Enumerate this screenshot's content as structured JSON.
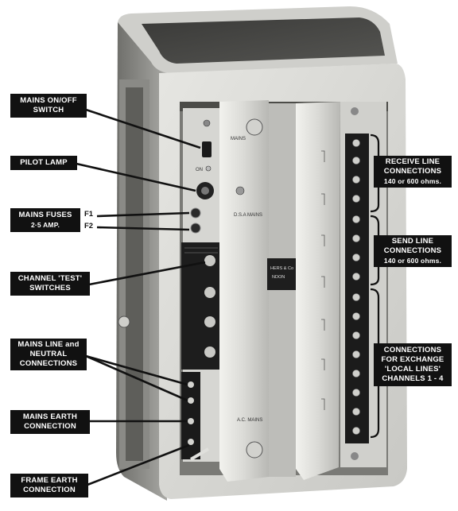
{
  "labels": {
    "mains_switch": {
      "line1": "MAINS ON/OFF",
      "line2": "SWITCH"
    },
    "pilot_lamp": {
      "line1": "PILOT LAMP"
    },
    "mains_fuses": {
      "line1": "MAINS FUSES",
      "line2": "2·5 AMP."
    },
    "fuse_marks": {
      "f1": "F1",
      "f2": "F2"
    },
    "channel_test": {
      "line1": "CHANNEL 'TEST'",
      "line2": "SWITCHES"
    },
    "mains_line": {
      "line1": "MAINS LINE and",
      "line2": "NEUTRAL",
      "line3": "CONNECTIONS"
    },
    "mains_earth": {
      "line1": "MAINS EARTH",
      "line2": "CONNECTION"
    },
    "frame_earth": {
      "line1": "FRAME EARTH",
      "line2": "CONNECTION"
    },
    "receive_line": {
      "line1": "RECEIVE LINE",
      "line2": "CONNECTIONS",
      "line3": "140 or 600 ohms."
    },
    "send_line": {
      "line1": "SEND LINE",
      "line2": "CONNECTIONS",
      "line3": "140 or 600 ohms."
    },
    "exchange": {
      "line1": "CONNECTIONS",
      "line2": "FOR EXCHANGE",
      "line3": "'LOCAL LINES'",
      "line4": "CHANNELS 1 - 4"
    }
  },
  "panel_text": {
    "mains": "MAINS",
    "on": "ON",
    "dsa_mains": "D.S.A MAINS",
    "ac_mains": "A.C. MAINS",
    "maker": "HERS & Co",
    "city": "NDON"
  },
  "colors": {
    "label_bg": "#111111",
    "label_text": "#ffffff",
    "cabinet": "#dcdcd8",
    "cabinet_shadow": "#9a9a96",
    "panel_dark": "#1c1c1c"
  }
}
